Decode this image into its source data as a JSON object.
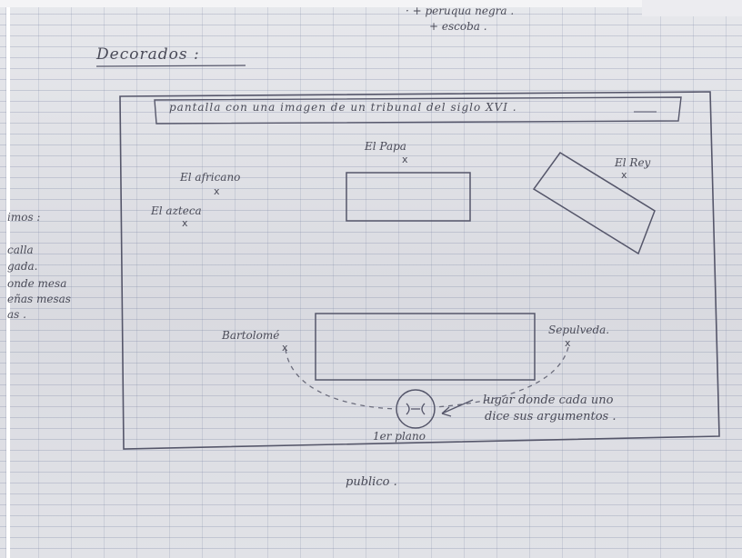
{
  "header_items": [
    "· + peruqua negra .",
    "+ escoba ."
  ],
  "section_title": "Decorados :",
  "screen_label": "pantalla con una imagen de un tribunal del siglo XVI .",
  "stage_roles": {
    "papa": "El Papa",
    "rey": "El Rey",
    "africano": "El africano",
    "azteca": "El azteca",
    "bartolome": "Bartolomé",
    "sepulveda": "Sepulveda."
  },
  "cross_mark": "x",
  "spot_note": [
    "lugar donde cada uno",
    "dice sus argumentos ."
  ],
  "front_plane": "1er plano",
  "audience": "publico .",
  "margin_fragments": [
    "imos :",
    "calla",
    "gada.",
    "onde mesa",
    "eñas mesas",
    "as ."
  ],
  "colors": {
    "ink": "#4a4b58",
    "paper": "#dcdde3",
    "grid": "#7d87a5"
  }
}
